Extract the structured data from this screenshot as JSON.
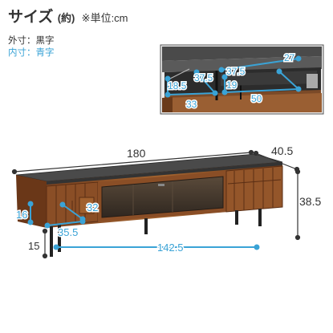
{
  "title": {
    "main": "サイズ",
    "approx": "(約)",
    "unit_note": "※単位:cm"
  },
  "legend": {
    "outer": "外寸：黒字",
    "inner": "内寸：青字"
  },
  "outer_dims": {
    "width": "180",
    "depth": "40.5",
    "height": "38.5",
    "leg_height": "15"
  },
  "inner_dims": {
    "drawer_height": "16",
    "drawer_depth": "32",
    "drawer_width": "35.5",
    "floor_clearance_width": "142.5",
    "shelf_left_height": "18.5",
    "shelf_left_depth": "37.5",
    "shelf_left_width": "33",
    "shelf_right_top_depth": "27",
    "shelf_right_mid_depth": "37.5",
    "shelf_right_height": "19",
    "shelf_right_width": "50"
  },
  "colors": {
    "inner": "#3aa3d6",
    "outer": "#333333",
    "wood_dark": "#6b3a1c",
    "wood_mid": "#9a5a2c",
    "top_board": "#3b3b3b"
  }
}
